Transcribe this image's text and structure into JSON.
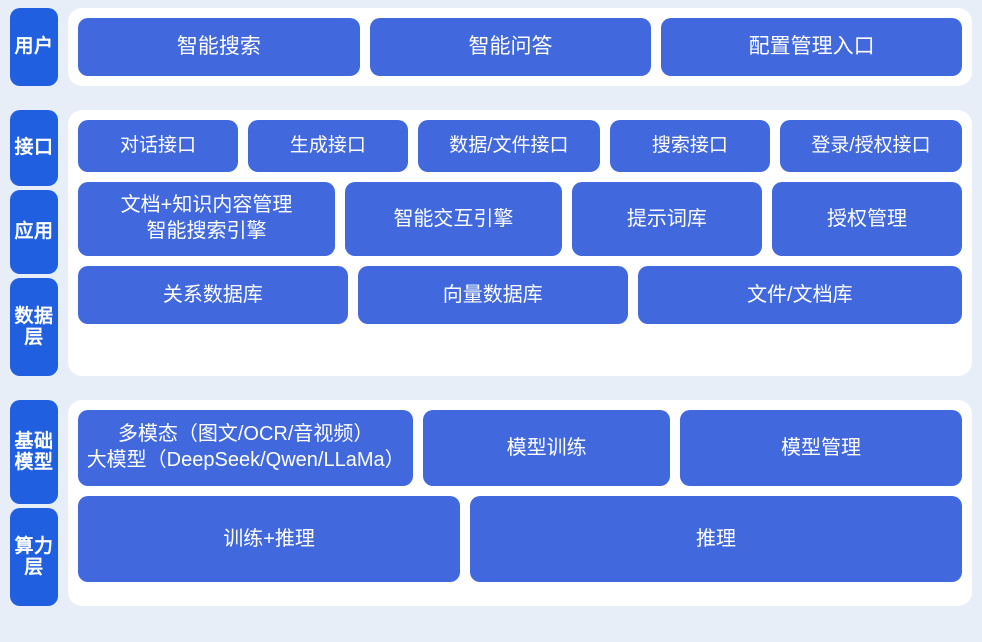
{
  "theme": {
    "page_background": "#e8eef7",
    "panel_background": "#ffffff",
    "label_chip_color": "#1f5fe0",
    "box_color": "#4169dd",
    "text_color": "#ffffff"
  },
  "sections": [
    {
      "id": "user",
      "labels": [
        {
          "id": "user",
          "text": "用户"
        }
      ],
      "rows": [
        {
          "id": "user-row",
          "boxes": [
            {
              "id": "smart-search",
              "text": "智能搜索"
            },
            {
              "id": "smart-qa",
              "text": "智能问答"
            },
            {
              "id": "config-management-entry",
              "text": "配置管理入口"
            }
          ]
        }
      ]
    },
    {
      "id": "platform",
      "labels": [
        {
          "id": "interface",
          "text": "接口"
        },
        {
          "id": "application",
          "text": "应用"
        },
        {
          "id": "data",
          "text": "数据层"
        }
      ],
      "rows": [
        {
          "id": "interface-row",
          "boxes": [
            {
              "id": "dialog-api",
              "text": "对话接口"
            },
            {
              "id": "generation-api",
              "text": "生成接口"
            },
            {
              "id": "data-file-api",
              "text": "数据/文件接口"
            },
            {
              "id": "search-api",
              "text": "搜索接口"
            },
            {
              "id": "login-auth-api",
              "text": "登录/授权接口"
            }
          ]
        },
        {
          "id": "application-row",
          "boxes": [
            {
              "id": "doc-knowledge-management",
              "text": "文档+知识内容管理\n智能搜索引擎"
            },
            {
              "id": "smart-interaction-engine",
              "text": "智能交互引擎"
            },
            {
              "id": "prompt-library",
              "text": "提示词库"
            },
            {
              "id": "authorization-management",
              "text": "授权管理"
            }
          ]
        },
        {
          "id": "data-row",
          "boxes": [
            {
              "id": "relational-database",
              "text": "关系数据库"
            },
            {
              "id": "vector-database",
              "text": "向量数据库"
            },
            {
              "id": "file-document-store",
              "text": "文件/文档库"
            }
          ]
        }
      ]
    },
    {
      "id": "foundation",
      "labels": [
        {
          "id": "foundation-model",
          "text": "基础模型"
        },
        {
          "id": "compute",
          "text": "算力层"
        }
      ],
      "rows": [
        {
          "id": "model-row",
          "boxes": [
            {
              "id": "multimodal-large-model",
              "text": "多模态（图文/OCR/音视频）\n大模型（DeepSeek/Qwen/LLaMa）"
            },
            {
              "id": "model-training",
              "text": "模型训练"
            },
            {
              "id": "model-management",
              "text": "模型管理"
            }
          ]
        },
        {
          "id": "compute-row",
          "boxes": [
            {
              "id": "training-and-inference",
              "text": "训练+推理"
            },
            {
              "id": "inference",
              "text": "推理"
            }
          ]
        }
      ]
    }
  ]
}
